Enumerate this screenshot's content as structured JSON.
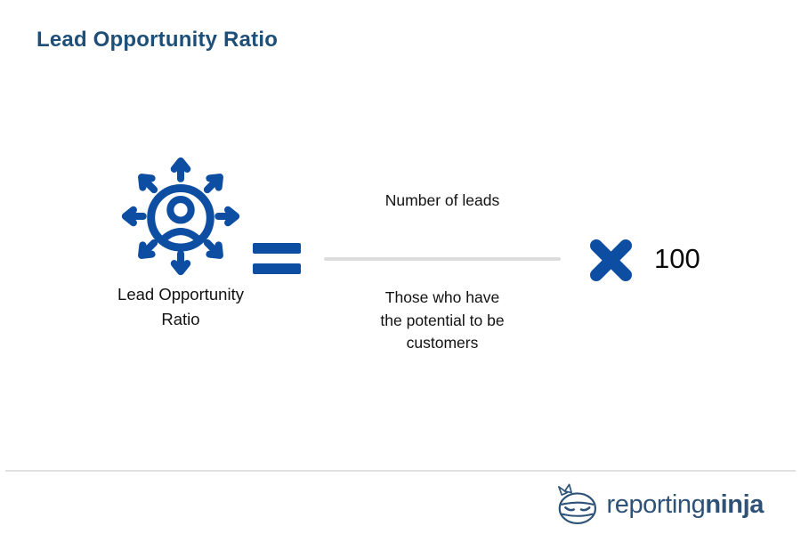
{
  "header": {
    "title": "Lead Opportunity Ratio"
  },
  "formula": {
    "term": {
      "label_lines": [
        "Lead Opportunity",
        "Ratio"
      ]
    },
    "equals_symbol": "=",
    "fraction": {
      "numerator": "Number of leads",
      "denominator_lines": [
        "Those who have",
        "the potential to be",
        "customers"
      ]
    },
    "multiply_symbol": "×",
    "multiplier": "100"
  },
  "footer": {
    "brand": {
      "regular": "reporting",
      "bold": "ninja"
    }
  },
  "icons": {
    "person_network_icon": "person-in-circle-with-eight-outward-arrows",
    "ninja_mascot_icon": "ninja-head-with-headband-and-knot"
  },
  "colors": {
    "accent_blue": "#0d4ea3",
    "title_blue": "#1d4f78",
    "fraction_bar_gray": "#dcdcdc",
    "divider_gray": "#e0e0e0",
    "brand_blue": "#2e5277",
    "text_black": "#121212",
    "background": "#ffffff"
  }
}
